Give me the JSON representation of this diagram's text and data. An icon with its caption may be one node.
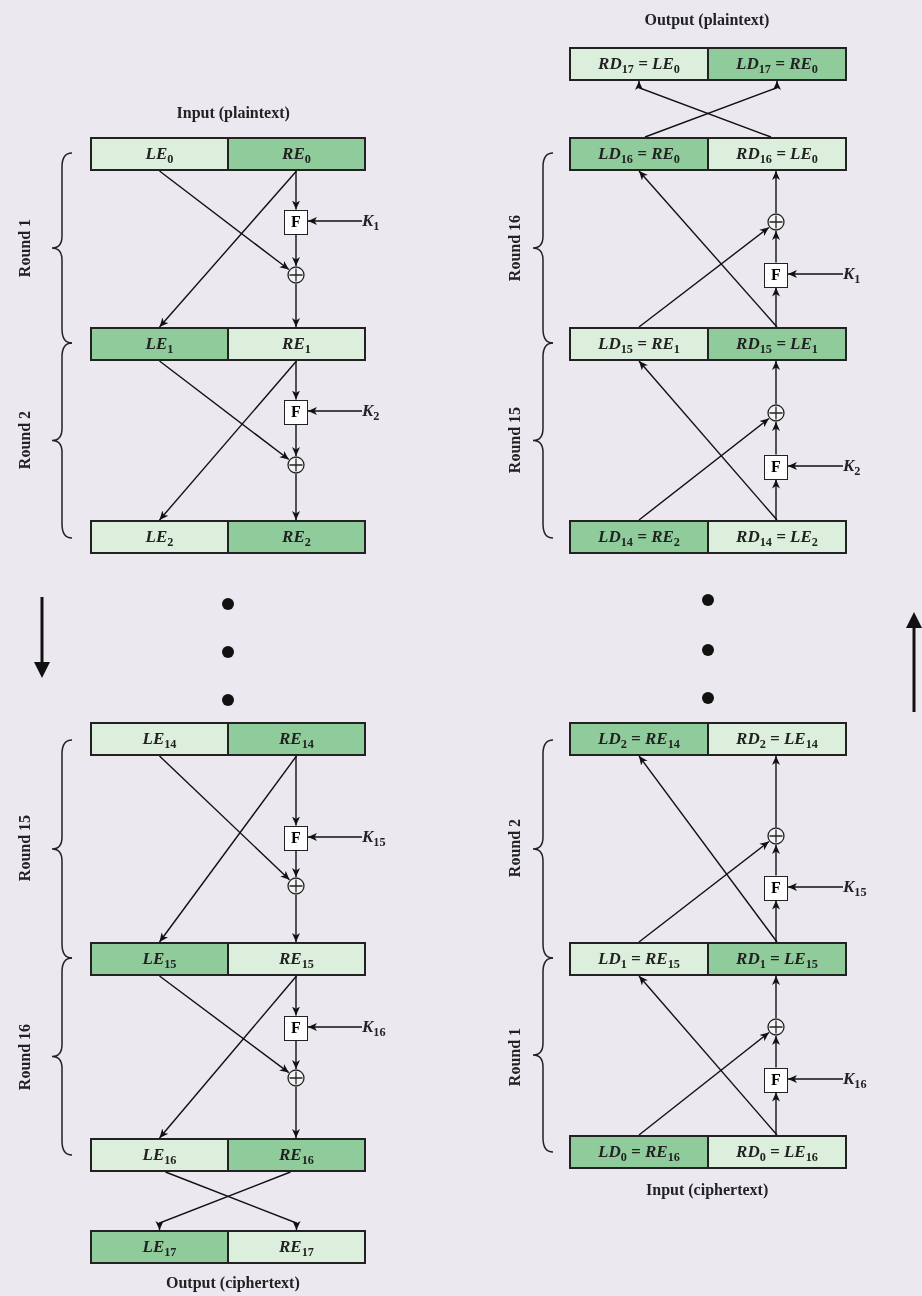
{
  "diagram": {
    "nodes": [
      {
        "text": [
          "*LE*$_{0}$"
        ]
      },
      {
        "text": [
          "*RE*$_{0}$"
        ]
      },
      {
        "text": [
          "F"
        ]
      },
      {
        "text": [
          "*K*$_{1}$"
        ]
      },
      {
        "text": [],
        "shape": "circle"
      },
      {
        "text": [
          "*LE*$_{1}$"
        ]
      },
      {
        "text": [
          "*RE*$_{1}$"
        ]
      },
      {
        "text": [
          "F"
        ]
      },
      {
        "text": [
          "*K*$_{2}$"
        ]
      },
      {
        "text": [],
        "shape": "circle"
      },
      {
        "text": [
          "*LE*$_{2}$"
        ]
      },
      {
        "text": [
          "*RE*$_{2}$"
        ]
      },
      {
        "text": [
          "*LE*$_{14}$"
        ]
      },
      {
        "text": [
          "*RE*$_{14}$"
        ]
      },
      {
        "text": [
          "F"
        ]
      },
      {
        "text": [
          "*K*$_{15}$"
        ]
      },
      {
        "text": [],
        "shape": "circle"
      },
      {
        "text": [
          "*LE*$_{15}$"
        ]
      },
      {
        "text": [
          "*RE*$_{15}$"
        ]
      },
      {
        "text": [
          "F"
        ]
      },
      {
        "text": [
          "*K*$_{16}$"
        ]
      },
      {
        "text": [],
        "shape": "circle"
      },
      {
        "text": [
          "*LE*$_{16}$"
        ]
      },
      {
        "text": [
          "*RE*$_{16}$"
        ]
      },
      {
        "text": [
          "*LE*$_{17}$"
        ]
      },
      {
        "text": [
          "*RE*$_{17}$"
        ]
      },
      {
        "text": [
          "*RD*$_{17}$ = *LE*$_{0}$"
        ]
      },
      {
        "text": [
          "*LD*$_{17}$ = *RE*$_{0}$"
        ]
      },
      {
        "text": [
          "*LD*$_{16}$ = *RE*$_{0}$"
        ]
      },
      {
        "text": [
          "*RD*$_{16}$ = *LE*$_{0}$"
        ]
      },
      {
        "text": [],
        "shape": "circle"
      },
      {
        "text": [
          "F"
        ]
      },
      {
        "text": [
          "*K*$_{1}$"
        ]
      },
      {
        "text": [
          "*LD*$_{15}$ = *RE*$_{1}$"
        ]
      },
      {
        "text": [
          "*RD*$_{15}$ = *LE*$_{1}$"
        ]
      },
      {
        "text": [],
        "shape": "circle"
      },
      {
        "text": [
          "F"
        ]
      },
      {
        "text": [
          "*K*$_{2}$"
        ]
      },
      {
        "text": [
          "*LD*$_{14}$ = *RE*$_{2}$"
        ]
      },
      {
        "text": [
          "*RD*$_{14}$ = *LE*$_{2}$"
        ]
      },
      {
        "text": [
          "*LD*$_{2}$ = *RE*$_{14}$"
        ]
      },
      {
        "text": [
          "*RD*$_{2}$ = *LE*$_{14}$"
        ]
      },
      {
        "text": [],
        "shape": "circle"
      },
      {
        "text": [
          "F"
        ]
      },
      {
        "text": [
          "*K*$_{15}$"
        ]
      },
      {
        "text": [
          "*LD*$_{1}$ = *RE*$_{15}$"
        ]
      },
      {
        "text": [
          "*RD*$_{1}$ = *LE*$_{15}$"
        ]
      },
      {
        "text": [],
        "shape": "circle"
      },
      {
        "text": [
          "F"
        ]
      },
      {
        "text": [
          "*K*$_{16}$"
        ]
      },
      {
        "text": [
          "*LD*$_{0}$ = *RE*$_{16}$"
        ]
      },
      {
        "text": [
          "*RD*$_{0}$ = *LE*$_{16}$"
        ]
      }
    ],
    "edges": [
      {
        "from": 1,
        "to": 2,
        "arrow": "to"
      },
      {
        "from": 3,
        "to": 2,
        "arrow": "to"
      },
      {
        "from": 2,
        "to": 4,
        "arrow": "to"
      },
      {
        "from": 0,
        "to": 4,
        "arrow": "to"
      },
      {
        "from": 4,
        "to": 6,
        "arrow": "to"
      },
      {
        "from": 1,
        "to": 5,
        "arrow": "to"
      },
      {
        "from": 6,
        "to": 7,
        "arrow": "to"
      },
      {
        "from": 8,
        "to": 7,
        "arrow": "to"
      },
      {
        "from": 7,
        "to": 9,
        "arrow": "to"
      },
      {
        "from": 5,
        "to": 9,
        "arrow": "to"
      },
      {
        "from": 9,
        "to": 11,
        "arrow": "to"
      },
      {
        "from": 6,
        "to": 10,
        "arrow": "to"
      },
      {
        "from": 13,
        "to": 14,
        "arrow": "to"
      },
      {
        "from": 15,
        "to": 14,
        "arrow": "to"
      },
      {
        "from": 14,
        "to": 16,
        "arrow": "to"
      },
      {
        "from": 12,
        "to": 16,
        "arrow": "to"
      },
      {
        "from": 16,
        "to": 18,
        "arrow": "to"
      },
      {
        "from": 13,
        "to": 17,
        "arrow": "to"
      },
      {
        "from": 18,
        "to": 19,
        "arrow": "to"
      },
      {
        "from": 20,
        "to": 19,
        "arrow": "to"
      },
      {
        "from": 19,
        "to": 21,
        "arrow": "to"
      },
      {
        "from": 17,
        "to": 21,
        "arrow": "to"
      },
      {
        "from": 21,
        "to": 23,
        "arrow": "to"
      },
      {
        "from": 18,
        "to": 22,
        "arrow": "to"
      },
      {
        "from": 22,
        "to": 25,
        "arrow": "to"
      },
      {
        "from": 23,
        "to": 24,
        "arrow": "to"
      },
      {
        "from": 28,
        "to": 27,
        "arrow": "to"
      },
      {
        "from": 29,
        "to": 26,
        "arrow": "to"
      },
      {
        "from": 34,
        "to": 31,
        "arrow": "to"
      },
      {
        "from": 32,
        "to": 31,
        "arrow": "to"
      },
      {
        "from": 31,
        "to": 30,
        "arrow": "to"
      },
      {
        "from": 33,
        "to": 30,
        "arrow": "to"
      },
      {
        "from": 30,
        "to": 29,
        "arrow": "to"
      },
      {
        "from": 34,
        "to": 28,
        "arrow": "to"
      },
      {
        "from": 39,
        "to": 36,
        "arrow": "to"
      },
      {
        "from": 37,
        "to": 36,
        "arrow": "to"
      },
      {
        "from": 36,
        "to": 35,
        "arrow": "to"
      },
      {
        "from": 38,
        "to": 35,
        "arrow": "to"
      },
      {
        "from": 35,
        "to": 34,
        "arrow": "to"
      },
      {
        "from": 39,
        "to": 33,
        "arrow": "to"
      },
      {
        "from": 46,
        "to": 43,
        "arrow": "to"
      },
      {
        "from": 44,
        "to": 43,
        "arrow": "to"
      },
      {
        "from": 43,
        "to": 42,
        "arrow": "to"
      },
      {
        "from": 45,
        "to": 42,
        "arrow": "to"
      },
      {
        "from": 42,
        "to": 41,
        "arrow": "to"
      },
      {
        "from": 46,
        "to": 40,
        "arrow": "to"
      },
      {
        "from": 51,
        "to": 48,
        "arrow": "to"
      },
      {
        "from": 49,
        "to": 48,
        "arrow": "to"
      },
      {
        "from": 48,
        "to": 47,
        "arrow": "to"
      },
      {
        "from": 50,
        "to": 47,
        "arrow": "to"
      },
      {
        "from": 47,
        "to": 46,
        "arrow": "to"
      },
      {
        "from": 51,
        "to": 45,
        "arrow": "to"
      }
    ],
    "labels": [
      "Output (plaintext)",
      "Input (plaintext)",
      "Round 1",
      "Round 16",
      "Round 2",
      "Round 15",
      "Round 15",
      "Round 2",
      "Round 16",
      "Round 1",
      "Input (ciphertext)",
      "Output (ciphertext)"
    ]
  }
}
